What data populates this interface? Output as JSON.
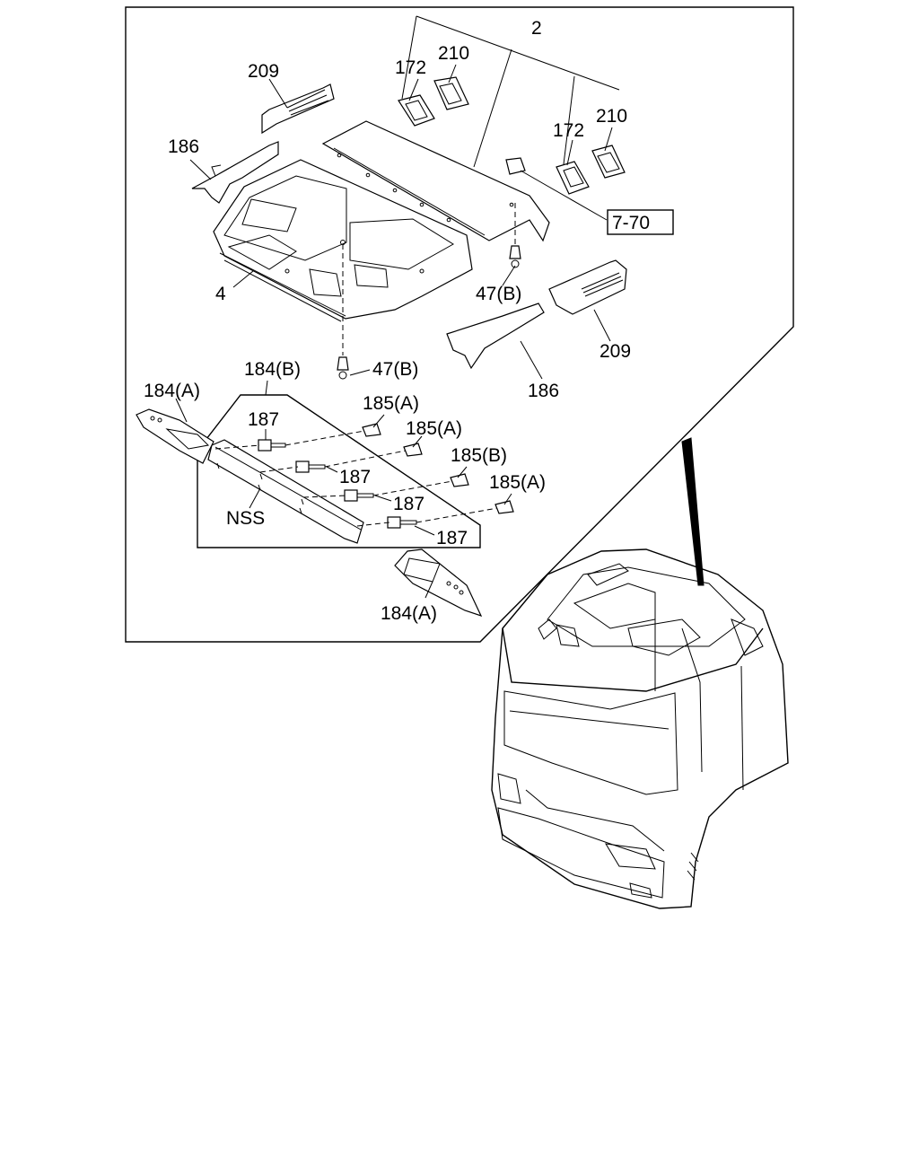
{
  "labels": {
    "p2": "2",
    "p209_top": "209",
    "p172_left": "172",
    "p210_left": "210",
    "p172_right": "172",
    "p210_right": "210",
    "p186_top": "186",
    "ref_box": "7-70",
    "p4": "4",
    "p47b_right": "47(B)",
    "p47b_left": "47(B)",
    "p209_right": "209",
    "p186_bottom": "186",
    "p184b": "184(B)",
    "p184a_top": "184(A)",
    "p185a_1": "185(A)",
    "p187_1": "187",
    "p185a_2": "185(A)",
    "p185b": "185(B)",
    "p187_2": "187",
    "p185a_3": "185(A)",
    "p187_3": "187",
    "nss": "NSS",
    "p187_4": "187",
    "p184a_bottom": "184(A)"
  }
}
